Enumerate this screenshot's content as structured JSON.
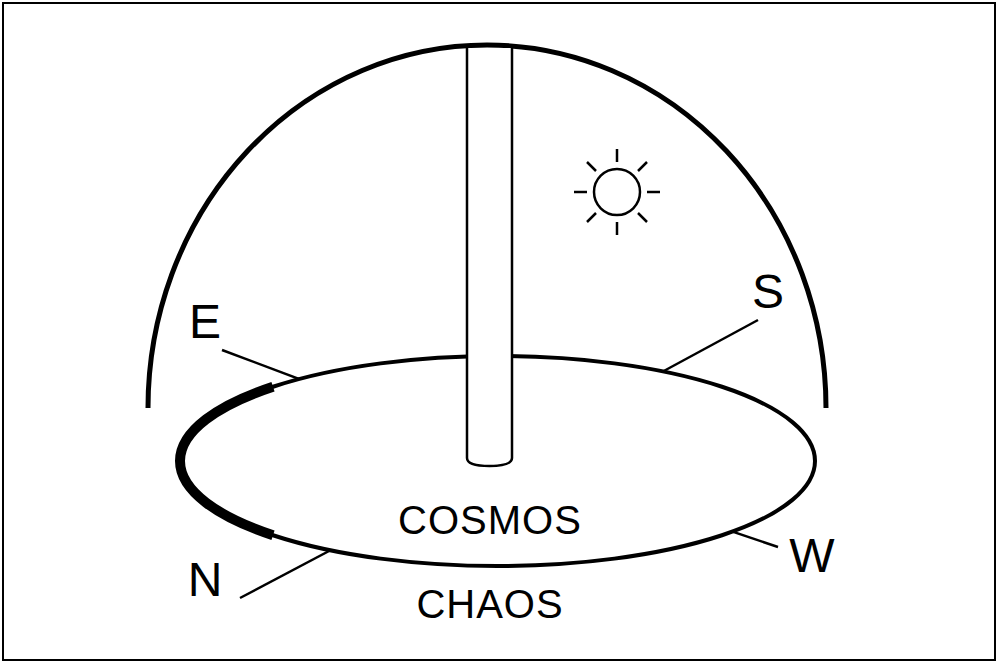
{
  "diagram": {
    "nodes": [
      {
        "text": [
          "COSMOS"
        ]
      }
    ],
    "labels": [
      "E",
      "S",
      "N",
      "W",
      "CHAOS"
    ]
  }
}
